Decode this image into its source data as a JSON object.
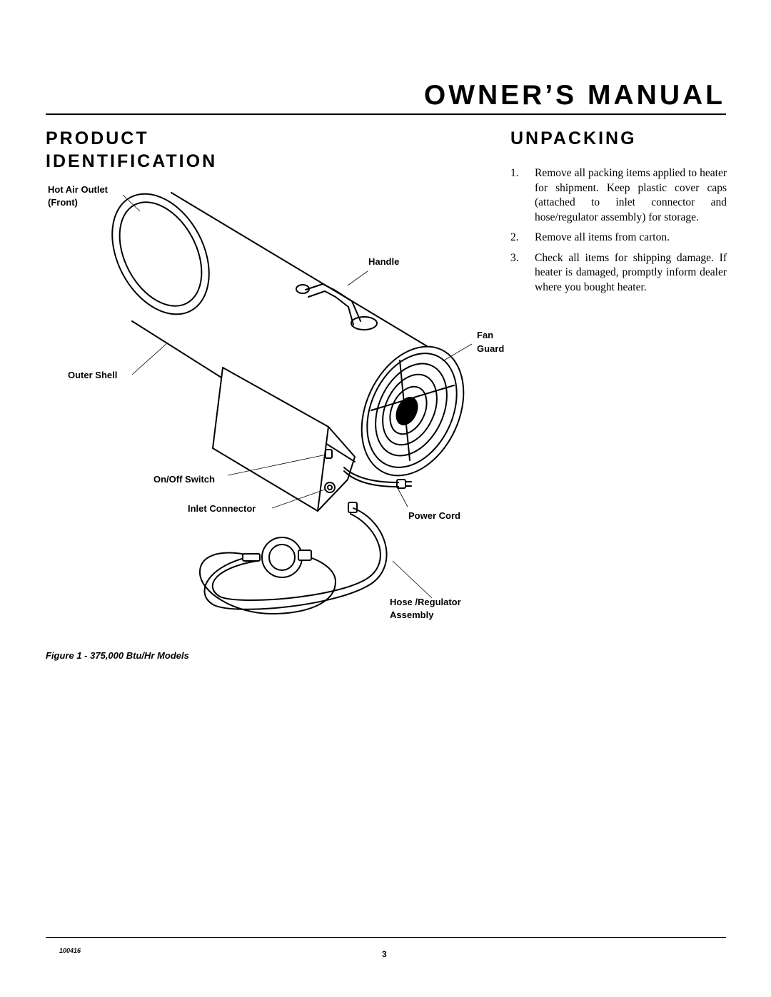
{
  "header": {
    "title": "OWNER’S MANUAL"
  },
  "product_identification": {
    "heading": "PRODUCT IDENTIFICATION",
    "labels": {
      "hot_air_outlet": "Hot Air Outlet",
      "front": "(Front)",
      "handle": "Handle",
      "fan": "Fan",
      "guard": "Guard",
      "outer_shell": "Outer Shell",
      "on_off_switch": "On/Off Switch",
      "inlet_connector": "Inlet Connector",
      "power_cord": "Power Cord",
      "hose_regulator": "Hose /Regulator",
      "assembly": "Assembly"
    },
    "caption": "Figure 1 - 375,000 Btu/Hr Models"
  },
  "unpacking": {
    "heading": "UNPACKING",
    "steps": [
      {
        "num": "1.",
        "text": "Remove all packing items applied to heater for shipment. Keep plastic cover caps (attached to inlet connector and hose/regulator assembly) for storage."
      },
      {
        "num": "2.",
        "text": "Remove all items from carton."
      },
      {
        "num": "3.",
        "text": "Check all items for shipping damage. If heater is damaged, promptly inform dealer where you bought heater."
      }
    ]
  },
  "footer": {
    "doc_number": "100416",
    "page_number": "3"
  }
}
